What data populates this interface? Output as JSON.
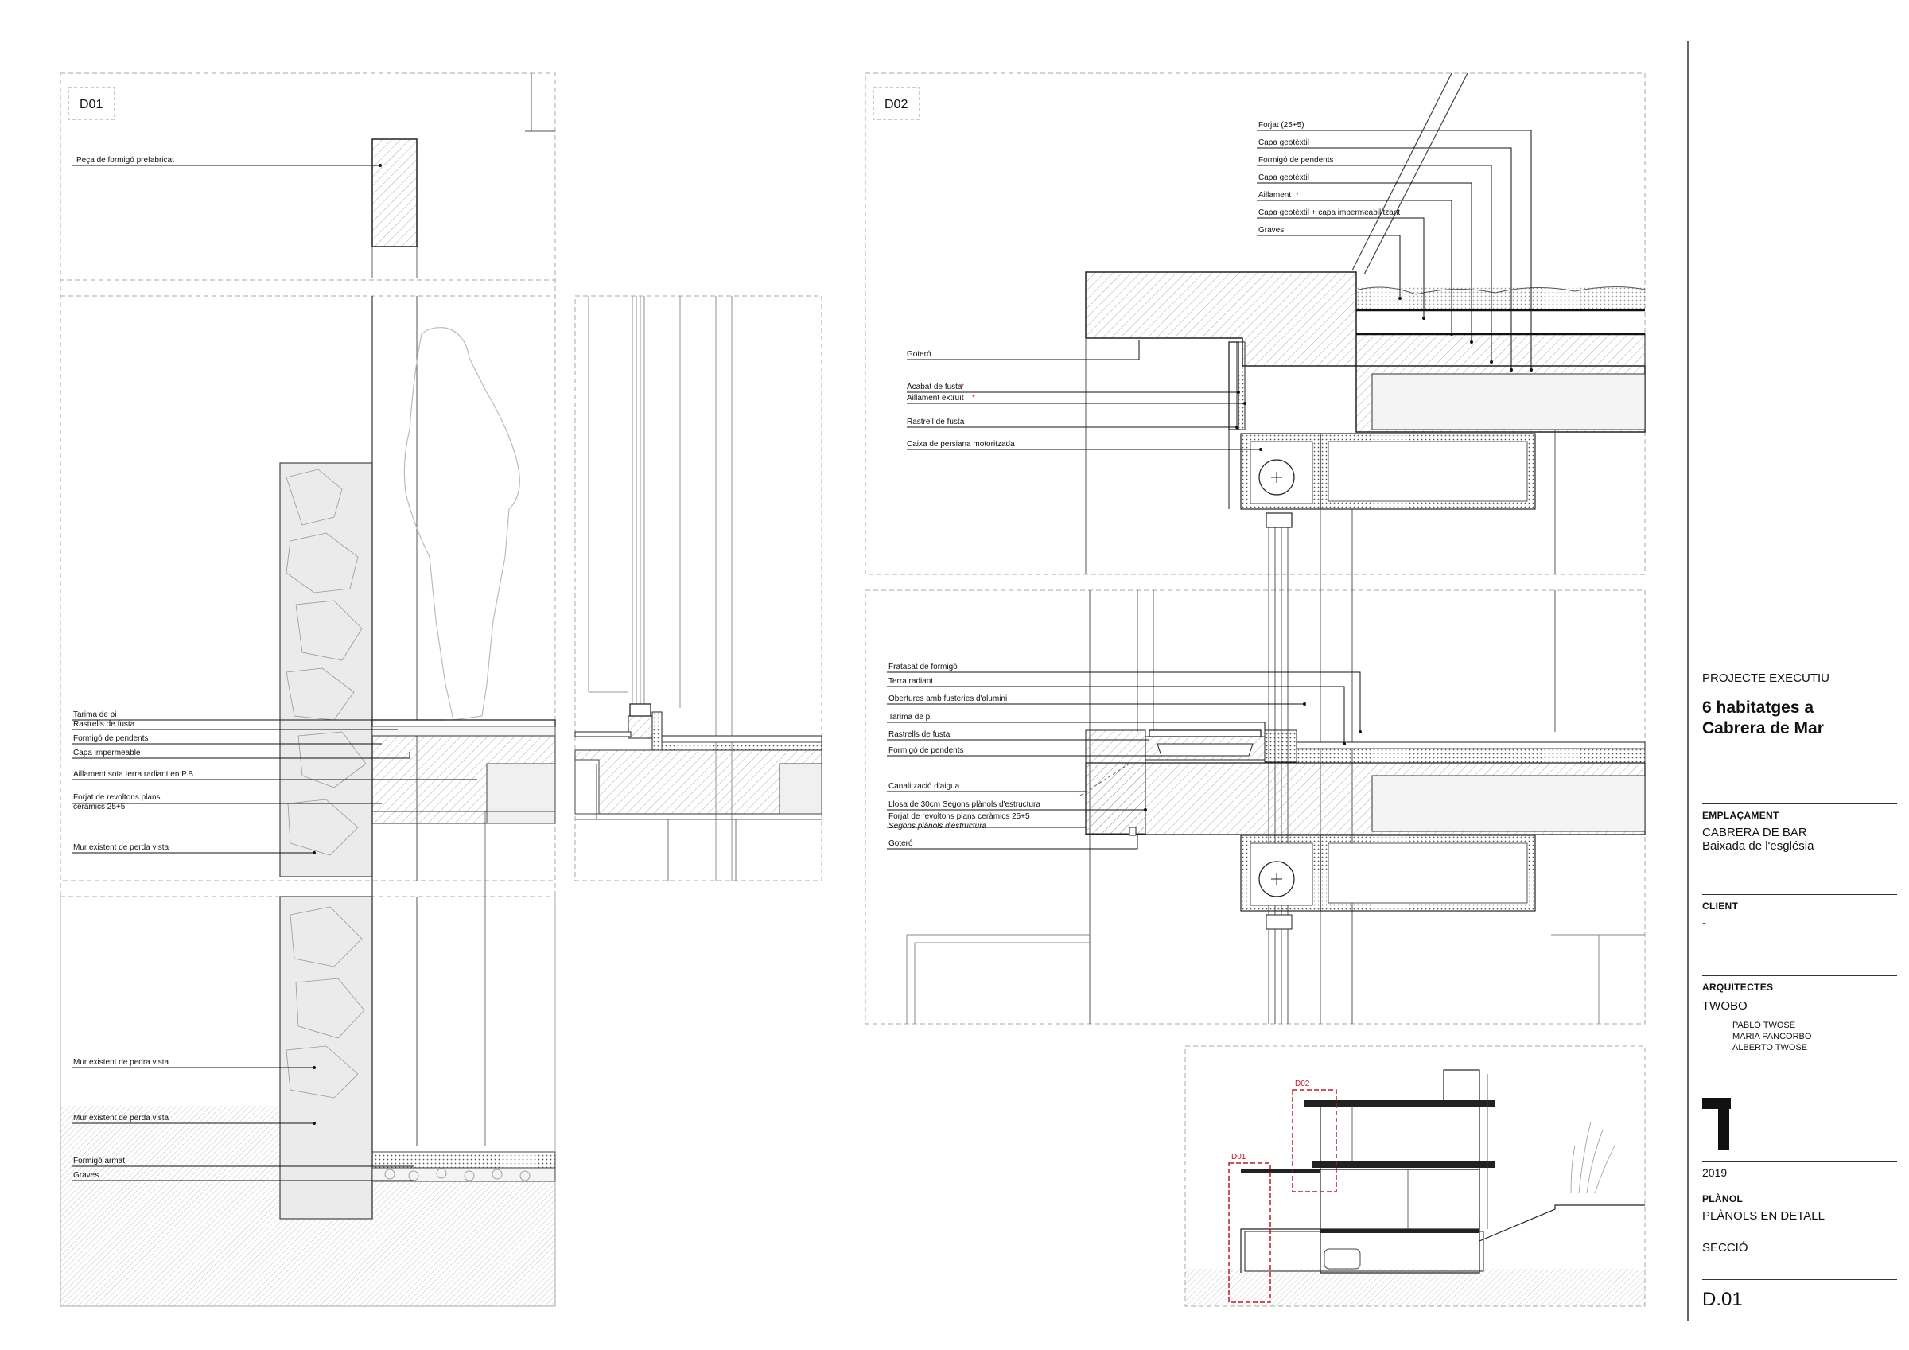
{
  "d01": {
    "tag": "D01",
    "labels": [
      "Peça de formigó prefabricat",
      "Tarima de pi",
      "Rastrells de fusta",
      "Formigó de pendents",
      "Capa impermeable",
      "Aillament sota terra radiant en P.B",
      "Forjat de revoltons plans",
      "ceràmics 25+5",
      "Mur existent de perda vista",
      "Mur existent de pedra vista",
      "Mur existent de perda vista",
      "Formigó armat",
      "Graves"
    ]
  },
  "d02": {
    "tag": "D02",
    "top_labels": [
      "Forjat (25+5)",
      "Capa geotèxtil",
      "Formigó de pendents",
      "Capa geotèxtil",
      "Aillament",
      "Capa geotèxtil + capa impermeabilitzant",
      "Graves"
    ],
    "side_labels": [
      "Goteró",
      "Acabat de fusta",
      "Aillament extruït",
      "Rastrell de fusta",
      "Caixa de persiana motoritzada"
    ],
    "lower_labels": [
      "Fratasat de formigó",
      "Terra radiant",
      "Obertures amb fusteries d'alumini",
      "Tarima de pi",
      "Rastrells de fusta",
      "Formigó de pendents",
      "Canalització d'aigua",
      "Llosa de 30cm Segons plànols d'estructura",
      "Forjat de revoltons plans ceràmics 25+5",
      "Segons plànols d'estructura",
      "Goteró"
    ],
    "asterisk": "*"
  },
  "keyplan": {
    "tag_d01": "D01",
    "tag_d02": "D02"
  },
  "titleblock": {
    "phase": "PROJECTE EXECUTIU",
    "project_line1": "6 habitatges a",
    "project_line2": "Cabrera de Mar",
    "site_heading": "EMPLAÇAMENT",
    "site_line1": "CABRERA DE BAR",
    "site_line2": "Baixada de l'església",
    "client_heading": "CLIENT",
    "client_value": "-",
    "architects_heading": "ARQUITECTES",
    "architects_firm": "TWOBO",
    "architect_1": "PABLO TWOSE",
    "architect_2": "MARIA PANCORBO",
    "architect_3": "ALBERTO TWOSE",
    "year": "2019",
    "plan_heading": "PLÀNOL",
    "plan_title": "PLÀNOLS EN DETALL",
    "plan_sub": "SECCIÓ",
    "sheet": "D.01"
  },
  "colors": {
    "accent_red": "#c0182a",
    "ink": "#111111",
    "stone": "#e8e8e8"
  }
}
